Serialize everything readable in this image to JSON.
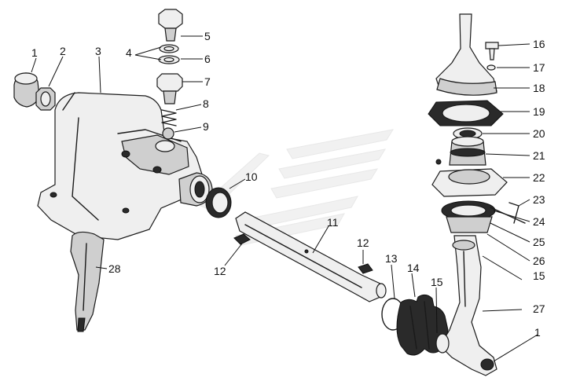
{
  "callouts": [
    {
      "id": "c1a",
      "text": "1"
    },
    {
      "id": "c2",
      "text": "2"
    },
    {
      "id": "c3",
      "text": "3"
    },
    {
      "id": "c4",
      "text": "4"
    },
    {
      "id": "c5",
      "text": "5"
    },
    {
      "id": "c6",
      "text": "6"
    },
    {
      "id": "c7",
      "text": "7"
    },
    {
      "id": "c8",
      "text": "8"
    },
    {
      "id": "c9",
      "text": "9"
    },
    {
      "id": "c10",
      "text": "10"
    },
    {
      "id": "c11",
      "text": "11"
    },
    {
      "id": "c12a",
      "text": "12"
    },
    {
      "id": "c12b",
      "text": "12"
    },
    {
      "id": "c13",
      "text": "13"
    },
    {
      "id": "c14",
      "text": "14"
    },
    {
      "id": "c15a",
      "text": "15"
    },
    {
      "id": "c15b",
      "text": "15"
    },
    {
      "id": "c16",
      "text": "16"
    },
    {
      "id": "c17",
      "text": "17"
    },
    {
      "id": "c18",
      "text": "18"
    },
    {
      "id": "c19",
      "text": "19"
    },
    {
      "id": "c20",
      "text": "20"
    },
    {
      "id": "c21",
      "text": "21"
    },
    {
      "id": "c22",
      "text": "22"
    },
    {
      "id": "c23",
      "text": "23"
    },
    {
      "id": "c24",
      "text": "24"
    },
    {
      "id": "c25",
      "text": "25"
    },
    {
      "id": "c26",
      "text": "26"
    },
    {
      "id": "c27",
      "text": "27"
    },
    {
      "id": "c28",
      "text": "28"
    },
    {
      "id": "c1b",
      "text": "1"
    }
  ]
}
